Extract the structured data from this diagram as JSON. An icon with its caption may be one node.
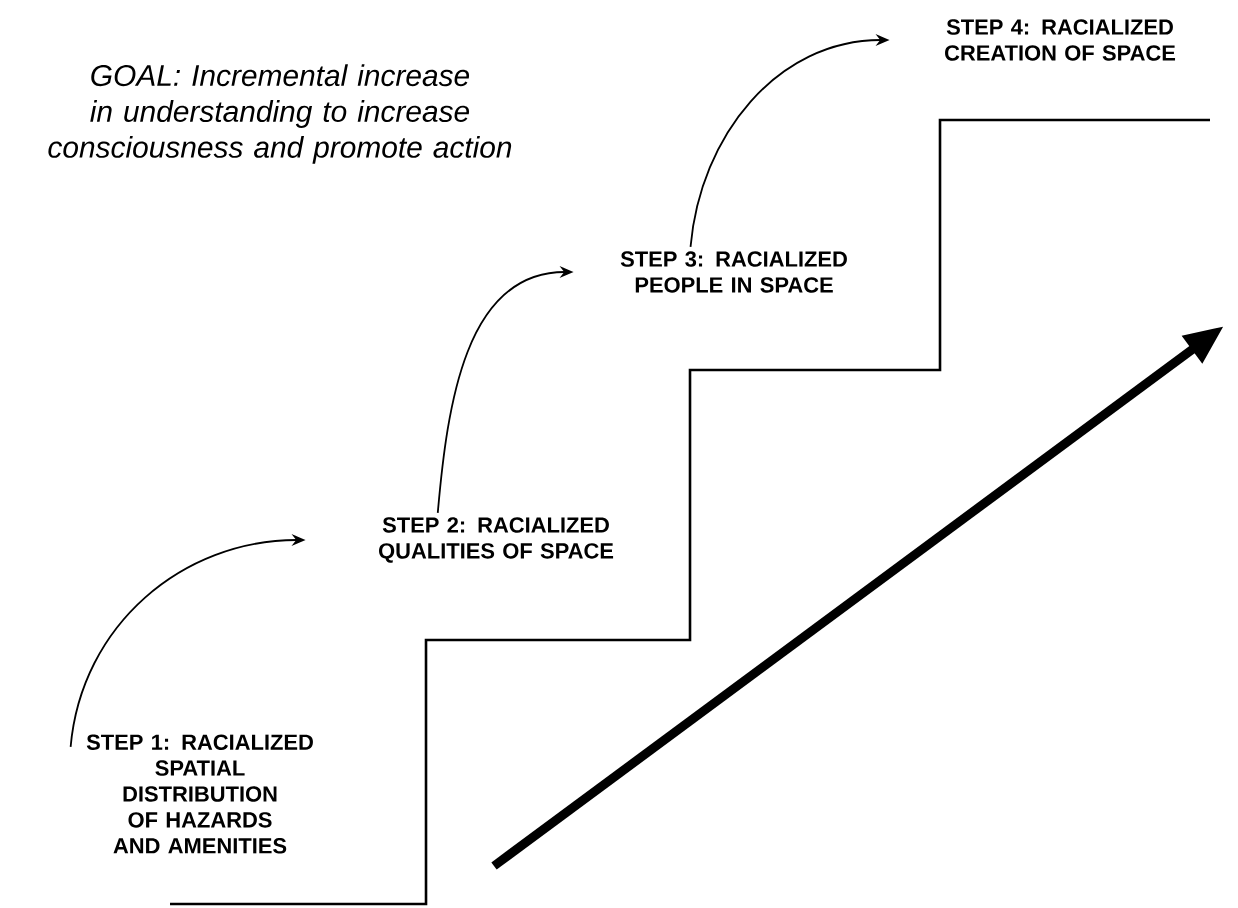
{
  "diagram": {
    "title": "GOAL: Incremental increase in understanding to increase consciousness and promote action",
    "nodes": [
      {
        "text": [
          "STEP 1: RACIALIZED SPATIAL DISTRIBUTION OF HAZARDS AND AMENITIES"
        ]
      },
      {
        "text": [
          "STEP 2: RACIALIZED QUALITIES OF SPACE"
        ]
      },
      {
        "text": [
          "STEP 3: RACIALIZED PEOPLE IN SPACE"
        ]
      },
      {
        "text": [
          "STEP 4: RACIALIZED CREATION OF SPACE"
        ]
      }
    ],
    "edges": [
      {
        "from": 0,
        "to": 1,
        "arrow": "to"
      },
      {
        "from": 1,
        "to": 2,
        "arrow": "to"
      },
      {
        "from": 2,
        "to": 3,
        "arrow": "to"
      }
    ]
  }
}
